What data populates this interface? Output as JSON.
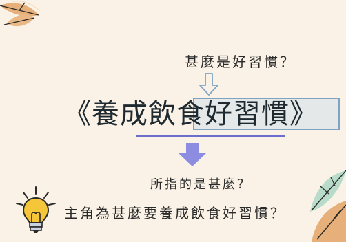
{
  "slide": {
    "question_top": "甚麼是好習慣？",
    "title": "《養成飲食好習慣》",
    "question_middle": "所指的是甚麼？",
    "question_bottom": "主角為甚麼要養成飲食好習慣？"
  },
  "colors": {
    "background": "#faf2e6",
    "highlight_border": "#7fa3c2",
    "underline": "#6a6fce",
    "arrow_fill": "#8c8de0",
    "leaf_orange": "#e7b07a",
    "leaf_green": "#b9dcca",
    "bulb_yellow": "#f5c63a"
  },
  "icons": [
    "outline-down-arrow-icon",
    "down-arrow-icon",
    "light-bulb-icon",
    "leaf-decoration"
  ]
}
